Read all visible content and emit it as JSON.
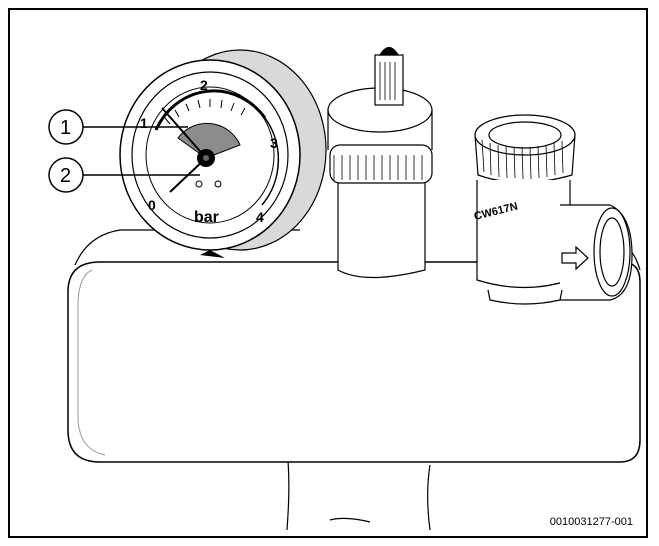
{
  "figure": {
    "reference": "0010031277-001",
    "callouts": [
      "1",
      "2"
    ],
    "gauge": {
      "unit": "bar",
      "scale_labels": [
        "0",
        "1",
        "2",
        "3",
        "4"
      ]
    },
    "valve_marking": "CW617N"
  }
}
